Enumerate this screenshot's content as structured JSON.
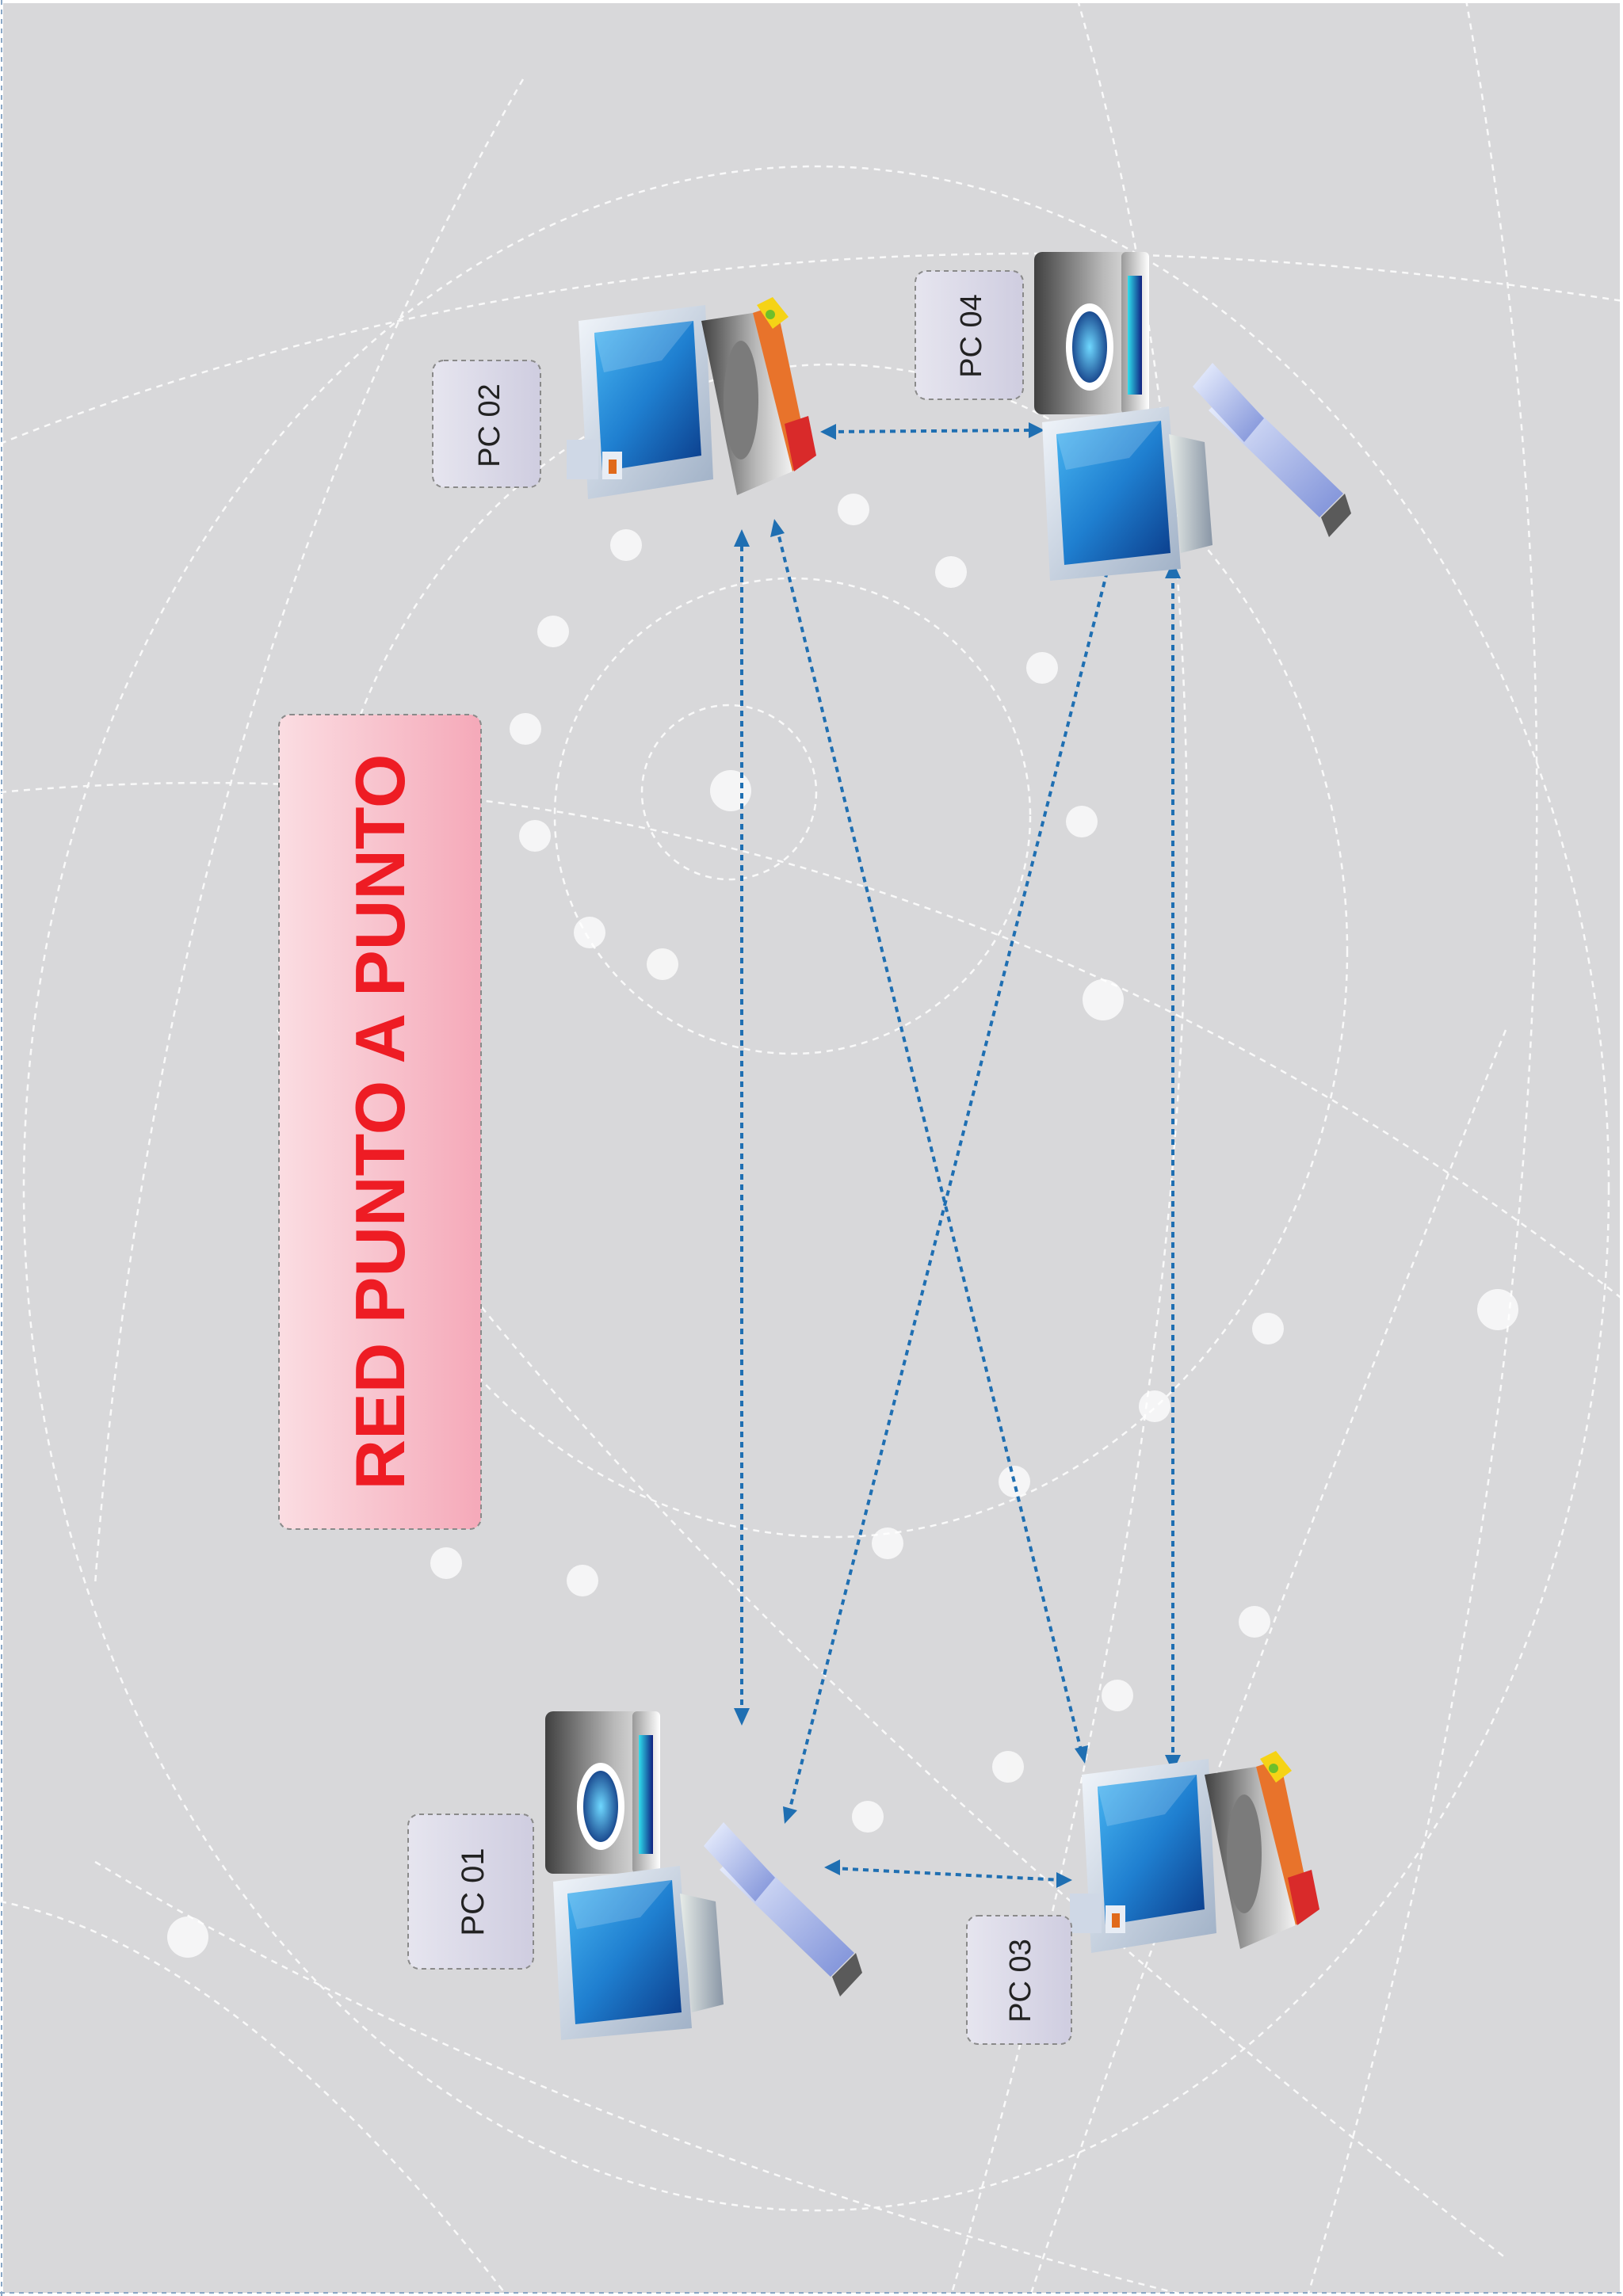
{
  "title": "RED PUNTO A PUNTO",
  "nodes": {
    "pc01": {
      "label": "PC 01"
    },
    "pc02": {
      "label": "PC 02"
    },
    "pc03": {
      "label": "PC 03"
    },
    "pc04": {
      "label": "PC 04"
    }
  },
  "links": [
    {
      "from": "PC 01",
      "to": "PC 02"
    },
    {
      "from": "PC 01",
      "to": "PC 03"
    },
    {
      "from": "PC 01",
      "to": "PC 04"
    },
    {
      "from": "PC 02",
      "to": "PC 03"
    },
    {
      "from": "PC 02",
      "to": "PC 04"
    },
    {
      "from": "PC 03",
      "to": "PC 04"
    }
  ],
  "colors": {
    "background": "#d8d8da",
    "link": "#1f6fb2",
    "title_text": "#ee1c24",
    "title_box": "#f6b2c0",
    "label_box": "#dcdbe8"
  }
}
